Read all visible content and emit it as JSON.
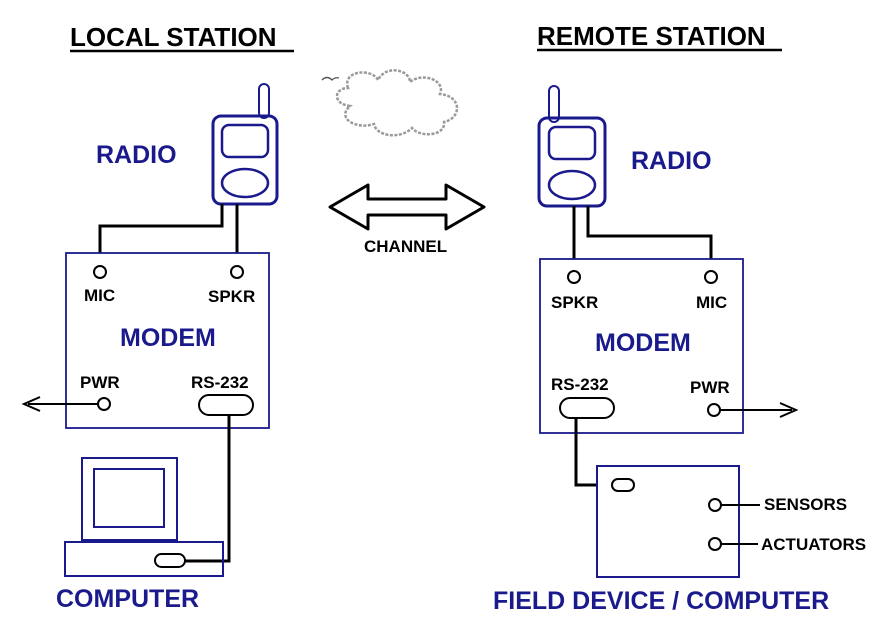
{
  "headings": {
    "local": "LOCAL STATION",
    "remote": "REMOTE STATION"
  },
  "channel": "CHANNEL",
  "local": {
    "radio": "RADIO",
    "modem": "MODEM",
    "mic": "MIC",
    "spkr": "SPKR",
    "pwr": "PWR",
    "rs232": "RS-232",
    "computer": "COMPUTER"
  },
  "remote": {
    "radio": "RADIO",
    "modem": "MODEM",
    "mic": "MIC",
    "spkr": "SPKR",
    "pwr": "PWR",
    "rs232": "RS-232",
    "field_device": "FIELD DEVICE / COMPUTER",
    "sensors": "SENSORS",
    "actuators": "ACTUATORS"
  },
  "colors": {
    "navy": "#1a1a8c",
    "black": "#000000"
  }
}
